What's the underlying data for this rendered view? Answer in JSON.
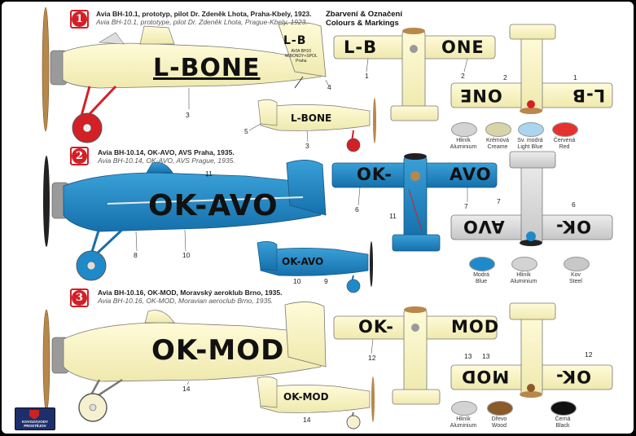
{
  "sections": [
    {
      "badge": "1",
      "title": "Avia BH-10.1, prototyp, pilot Dr. Zdeněk Lhota, Praha-Kbely, 1923.",
      "subtitle": "Avia BH-10.1, prototype, pilot Dr. Zdeněk Lhota, Prague-Kbely, 1923."
    },
    {
      "badge": "2",
      "title": "Avia BH-10.14, OK-AVO, AVS Praha, 1935.",
      "subtitle": "Avia BH-10.14, OK-AVO, AVS Prague, 1935."
    },
    {
      "badge": "3",
      "title": "Avia BH-10.16, OK-MOD, Moravský aeroklub Brno, 1935.",
      "subtitle": "Avia BH-10.16, OK-MOD, Moravian aeroclub Brno, 1935."
    }
  ],
  "heading": {
    "line1": "Zbarvení & Označení",
    "line2": "Colours & Markings"
  },
  "registrations": {
    "lbone": "L-BONE",
    "lbone_small": "L-BONE",
    "lb_tail": "L-B",
    "wing1_left": "L-B",
    "wing1_right": "ONE",
    "wing1_under_left": "L-B",
    "wing1_under_right": "ONE",
    "okavo": "OK-AVO",
    "okavo_small": "OK-AVO",
    "wing2_left": "OK-",
    "wing2_right": "AVO",
    "wing2_under_left": "OK-",
    "wing2_under_right": "AVO",
    "okmod": "OK-MOD",
    "okmod_small": "OK-MOD",
    "wing3_left": "OK-",
    "wing3_right": "MOD",
    "wing3_under_left": "OK-",
    "wing3_under_right": "MOD"
  },
  "tail_text": {
    "l1": "AVIA BH10",
    "l2": "M.BONDY+SPOL",
    "l3": "Praha"
  },
  "callouts": {
    "s1": [
      "4",
      "3",
      "5",
      "3",
      "1",
      "2",
      "2",
      "1"
    ],
    "s2": [
      "11",
      "8",
      "10",
      "10",
      "9",
      "6",
      "7",
      "11",
      "7",
      "6"
    ],
    "s3": [
      "14",
      "14",
      "12",
      "13",
      "13",
      "12"
    ]
  },
  "swatches": {
    "s1": [
      {
        "cz": "Hliník",
        "en": "Aluminium",
        "color": "#d3d3d3"
      },
      {
        "cz": "Krémová",
        "en": "Creame",
        "color": "#d8d4a8"
      },
      {
        "cz": "Sv. modrá",
        "en": "Light Blue",
        "color": "#a9d6ee"
      },
      {
        "cz": "Červená",
        "en": "Red",
        "color": "#e5322e"
      }
    ],
    "s2": [
      {
        "cz": "Modrá",
        "en": "Blue",
        "color": "#1f8ac9"
      },
      {
        "cz": "Hliník",
        "en": "Aluminium",
        "color": "#d3d3d3"
      },
      {
        "cz": "Kov",
        "en": "Steel",
        "color": "#c8c8c8"
      }
    ],
    "s3": [
      {
        "cz": "Hliník",
        "en": "Aluminium",
        "color": "#d3d3d3"
      },
      {
        "cz": "Dřevo",
        "en": "Wood",
        "color": "#8a5a2b"
      },
      {
        "cz": "Černá",
        "en": "Black",
        "color": "#111111"
      }
    ]
  },
  "logo": {
    "line1": "KOVOZÁVODY",
    "line2": "PROSTĚJOV"
  },
  "colors": {
    "cream": "#fbf7c6",
    "blue": "#1f8ac9",
    "silver": "#d5d5d5",
    "red": "#d32027",
    "prop": "#b8874a"
  }
}
